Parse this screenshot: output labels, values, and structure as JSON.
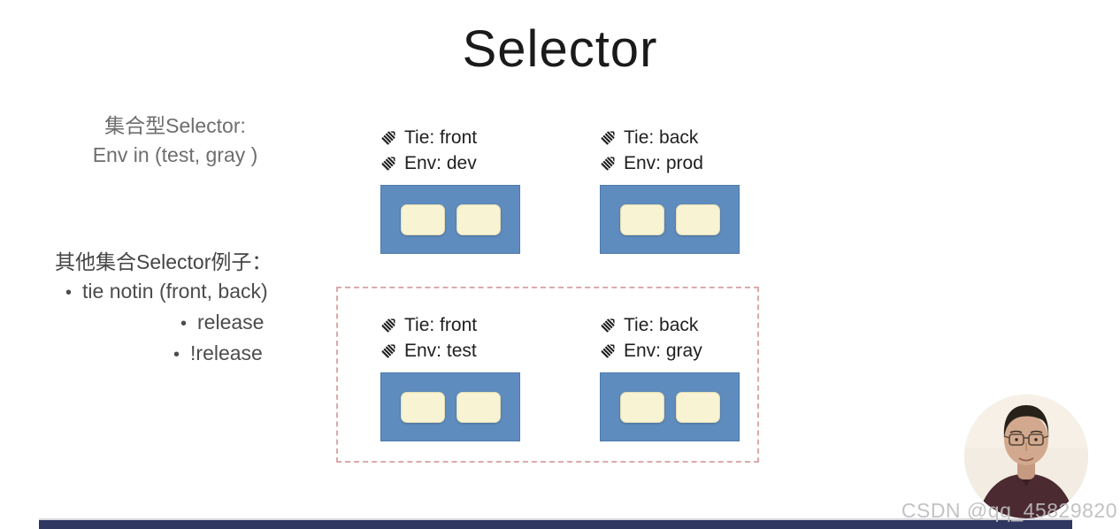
{
  "slide": {
    "title": "Selector",
    "notes": {
      "set_selector": {
        "line1": "集合型Selector:",
        "line2": "Env in (test, gray )"
      },
      "other_examples": {
        "heading": "其他集合Selector例子：",
        "bullet_char": "•",
        "bullets": [
          "tie notin (front, back)",
          "release",
          "!release"
        ]
      }
    },
    "pods": [
      {
        "labels": [
          "Tie: front",
          "Env: dev"
        ],
        "selected": false
      },
      {
        "labels": [
          "Tie: back",
          "Env: prod"
        ],
        "selected": false
      },
      {
        "labels": [
          "Tie: front",
          "Env: test"
        ],
        "selected": true
      },
      {
        "labels": [
          "Tie: back",
          "Env: gray"
        ],
        "selected": true
      }
    ],
    "colors": {
      "pod_blue": "#5f8cbe",
      "container_cream": "#f8f3d3",
      "selection_dash_pink": "#dcaaaa",
      "footer_bar_navy": "#303760",
      "note_gray": "#6e6e6e",
      "title_black": "#1a1a1a",
      "watermark_gray": "#bebdbd"
    }
  },
  "overlay": {
    "watermark": "CSDN @qq_45829820"
  }
}
